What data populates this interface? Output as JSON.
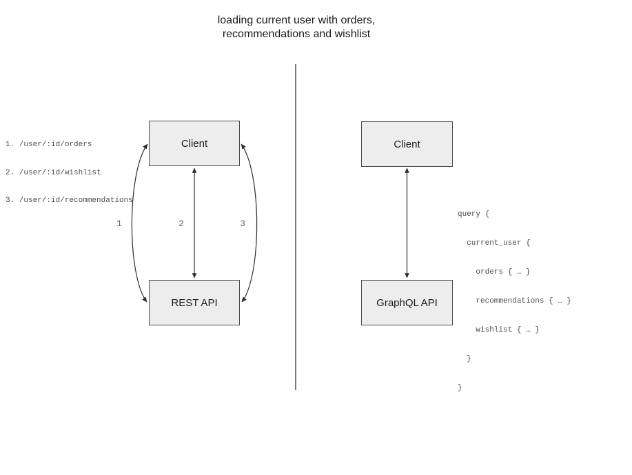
{
  "title": {
    "line1": "loading current user with orders,",
    "line2": "recommendations and wishlist"
  },
  "colors": {
    "page_bg": "#ffffff",
    "title_text": "#1a1a1a",
    "box_fill": "#ededed",
    "box_border": "#4d4d4d",
    "box_text": "#1a1a1a",
    "code_text": "#4d4d4d",
    "label_text": "#666666",
    "arrow_line": "#2b2b2b",
    "divider": "#7a7a7a"
  },
  "rest_panel": {
    "client_label": "Client",
    "api_label": "REST API",
    "endpoints": [
      "1. /user/:id/orders",
      "2. /user/:id/wishlist",
      "3. /user/:id/recommendations"
    ],
    "arrow_labels": [
      "1",
      "2",
      "3"
    ]
  },
  "graphql_panel": {
    "client_label": "Client",
    "api_label": "GraphQL API",
    "query_lines": [
      "query {",
      "  current_user {",
      "    orders { … }",
      "    recommendations { … }",
      "    wishlist { … }",
      "  }",
      "}"
    ]
  }
}
